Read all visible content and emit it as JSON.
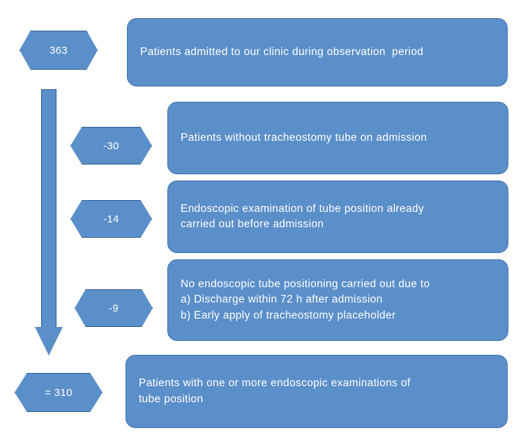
{
  "diagram": {
    "type": "flowchart",
    "title": "Patient inclusion flow",
    "colors": {
      "fill": "#5B8FC9",
      "stroke": "#3C6FA8",
      "text": "#FFFFFF",
      "background": "#FFFFFF"
    },
    "arrow": {
      "name": "down-arrow",
      "direction": "down"
    },
    "steps": [
      {
        "badge": "363",
        "box_lines": [
          "Patients admitted to our clinic during observation  period"
        ]
      },
      {
        "badge": "-30",
        "box_lines": [
          "Patients without tracheostomy tube on admission"
        ]
      },
      {
        "badge": "-14",
        "box_lines": [
          "Endoscopic examination of tube position already",
          "carried out before admission"
        ]
      },
      {
        "badge": "-9",
        "box_lines": [
          "No endoscopic tube positioning carried out due to",
          "a) Discharge within 72 h after admission",
          "b) Early apply of tracheostomy placeholder"
        ]
      },
      {
        "badge": "= 310",
        "box_lines": [
          "Patients with one or more endoscopic examinations of",
          "tube position"
        ]
      }
    ]
  }
}
